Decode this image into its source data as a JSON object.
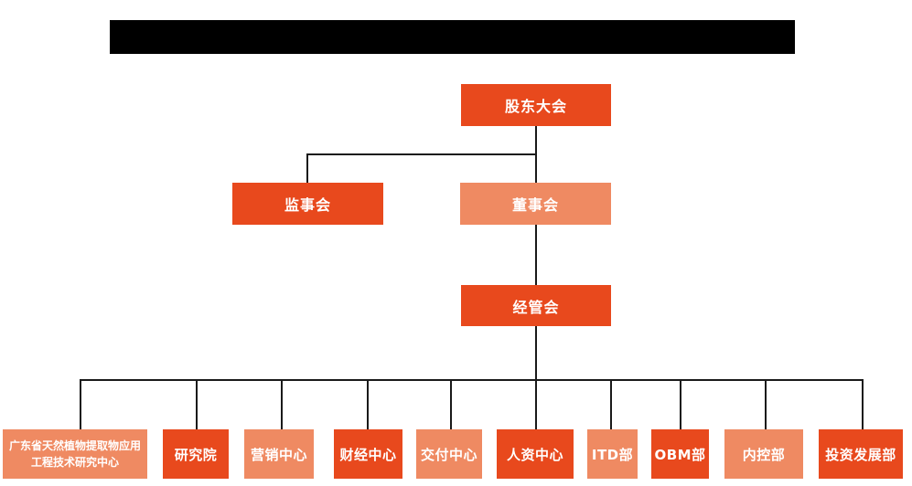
{
  "org_chart": {
    "root": {
      "label": "股东大会"
    },
    "level2": [
      {
        "label": "监事会",
        "variant": "primary"
      },
      {
        "label": "董事会",
        "variant": "secondary"
      }
    ],
    "level3": {
      "label": "经管会"
    },
    "departments": [
      {
        "label": "广东省天然植物提取物应用工程技术研究中心",
        "variant": "secondary"
      },
      {
        "label": "研究院",
        "variant": "primary"
      },
      {
        "label": "营销中心",
        "variant": "secondary"
      },
      {
        "label": "财经中心",
        "variant": "primary"
      },
      {
        "label": "交付中心",
        "variant": "secondary"
      },
      {
        "label": "人资中心",
        "variant": "primary"
      },
      {
        "label": "ITD部",
        "variant": "secondary"
      },
      {
        "label": "OBM部",
        "variant": "primary"
      },
      {
        "label": "内控部",
        "variant": "secondary"
      },
      {
        "label": "投资发展部",
        "variant": "primary"
      }
    ],
    "colors": {
      "primary": "#e8491d",
      "secondary": "#ef8a62",
      "connector": "#1a1a1a",
      "title_bar": "#000000",
      "text": "#ffffff"
    }
  }
}
